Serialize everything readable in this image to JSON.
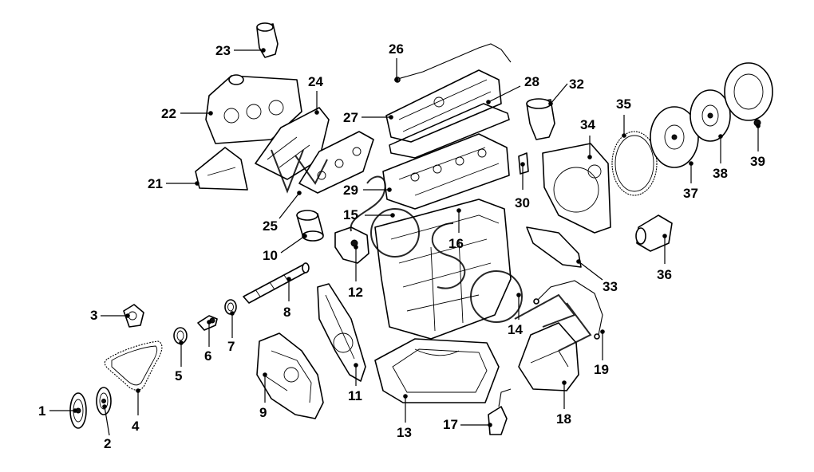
{
  "diagram": {
    "callouts": [
      {
        "id": "1",
        "label": "1"
      },
      {
        "id": "2",
        "label": "2"
      },
      {
        "id": "3",
        "label": "3"
      },
      {
        "id": "4",
        "label": "4"
      },
      {
        "id": "5",
        "label": "5"
      },
      {
        "id": "6",
        "label": "6"
      },
      {
        "id": "7",
        "label": "7"
      },
      {
        "id": "8",
        "label": "8"
      },
      {
        "id": "9",
        "label": "9"
      },
      {
        "id": "10",
        "label": "10"
      },
      {
        "id": "11",
        "label": "11"
      },
      {
        "id": "12",
        "label": "12"
      },
      {
        "id": "13",
        "label": "13"
      },
      {
        "id": "14",
        "label": "14"
      },
      {
        "id": "15",
        "label": "15"
      },
      {
        "id": "16",
        "label": "16"
      },
      {
        "id": "17",
        "label": "17"
      },
      {
        "id": "18",
        "label": "18"
      },
      {
        "id": "19",
        "label": "19"
      },
      {
        "id": "21",
        "label": "21"
      },
      {
        "id": "22",
        "label": "22"
      },
      {
        "id": "23",
        "label": "23"
      },
      {
        "id": "24",
        "label": "24"
      },
      {
        "id": "25",
        "label": "25"
      },
      {
        "id": "26",
        "label": "26"
      },
      {
        "id": "27",
        "label": "27"
      },
      {
        "id": "28",
        "label": "28"
      },
      {
        "id": "29",
        "label": "29"
      },
      {
        "id": "30",
        "label": "30"
      },
      {
        "id": "32",
        "label": "32"
      },
      {
        "id": "33",
        "label": "33"
      },
      {
        "id": "34",
        "label": "34"
      },
      {
        "id": "35",
        "label": "35"
      },
      {
        "id": "36",
        "label": "36"
      },
      {
        "id": "37",
        "label": "37"
      },
      {
        "id": "38",
        "label": "38"
      },
      {
        "id": "39",
        "label": "39"
      }
    ]
  }
}
